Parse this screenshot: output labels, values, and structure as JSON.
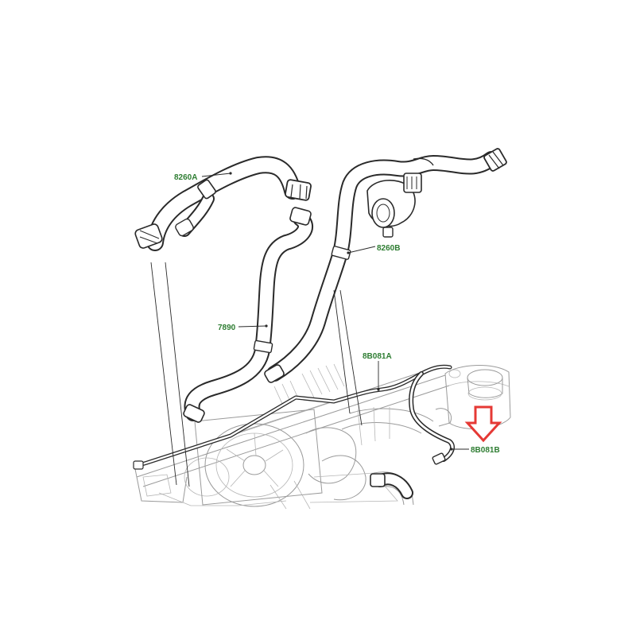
{
  "labels": {
    "hose_8260A": "8260A",
    "hose_7890": "7890",
    "hose_8260B": "8260B",
    "pipe_8B081A": "8B081A",
    "pipe_8B081B": "8B081B"
  },
  "colors": {
    "label_text": "#2e7d32",
    "arrow": "#e53935",
    "line": "#2a2a2a"
  },
  "highlight": {
    "target": "8B081B",
    "icon": "arrow-down-outline-icon"
  }
}
